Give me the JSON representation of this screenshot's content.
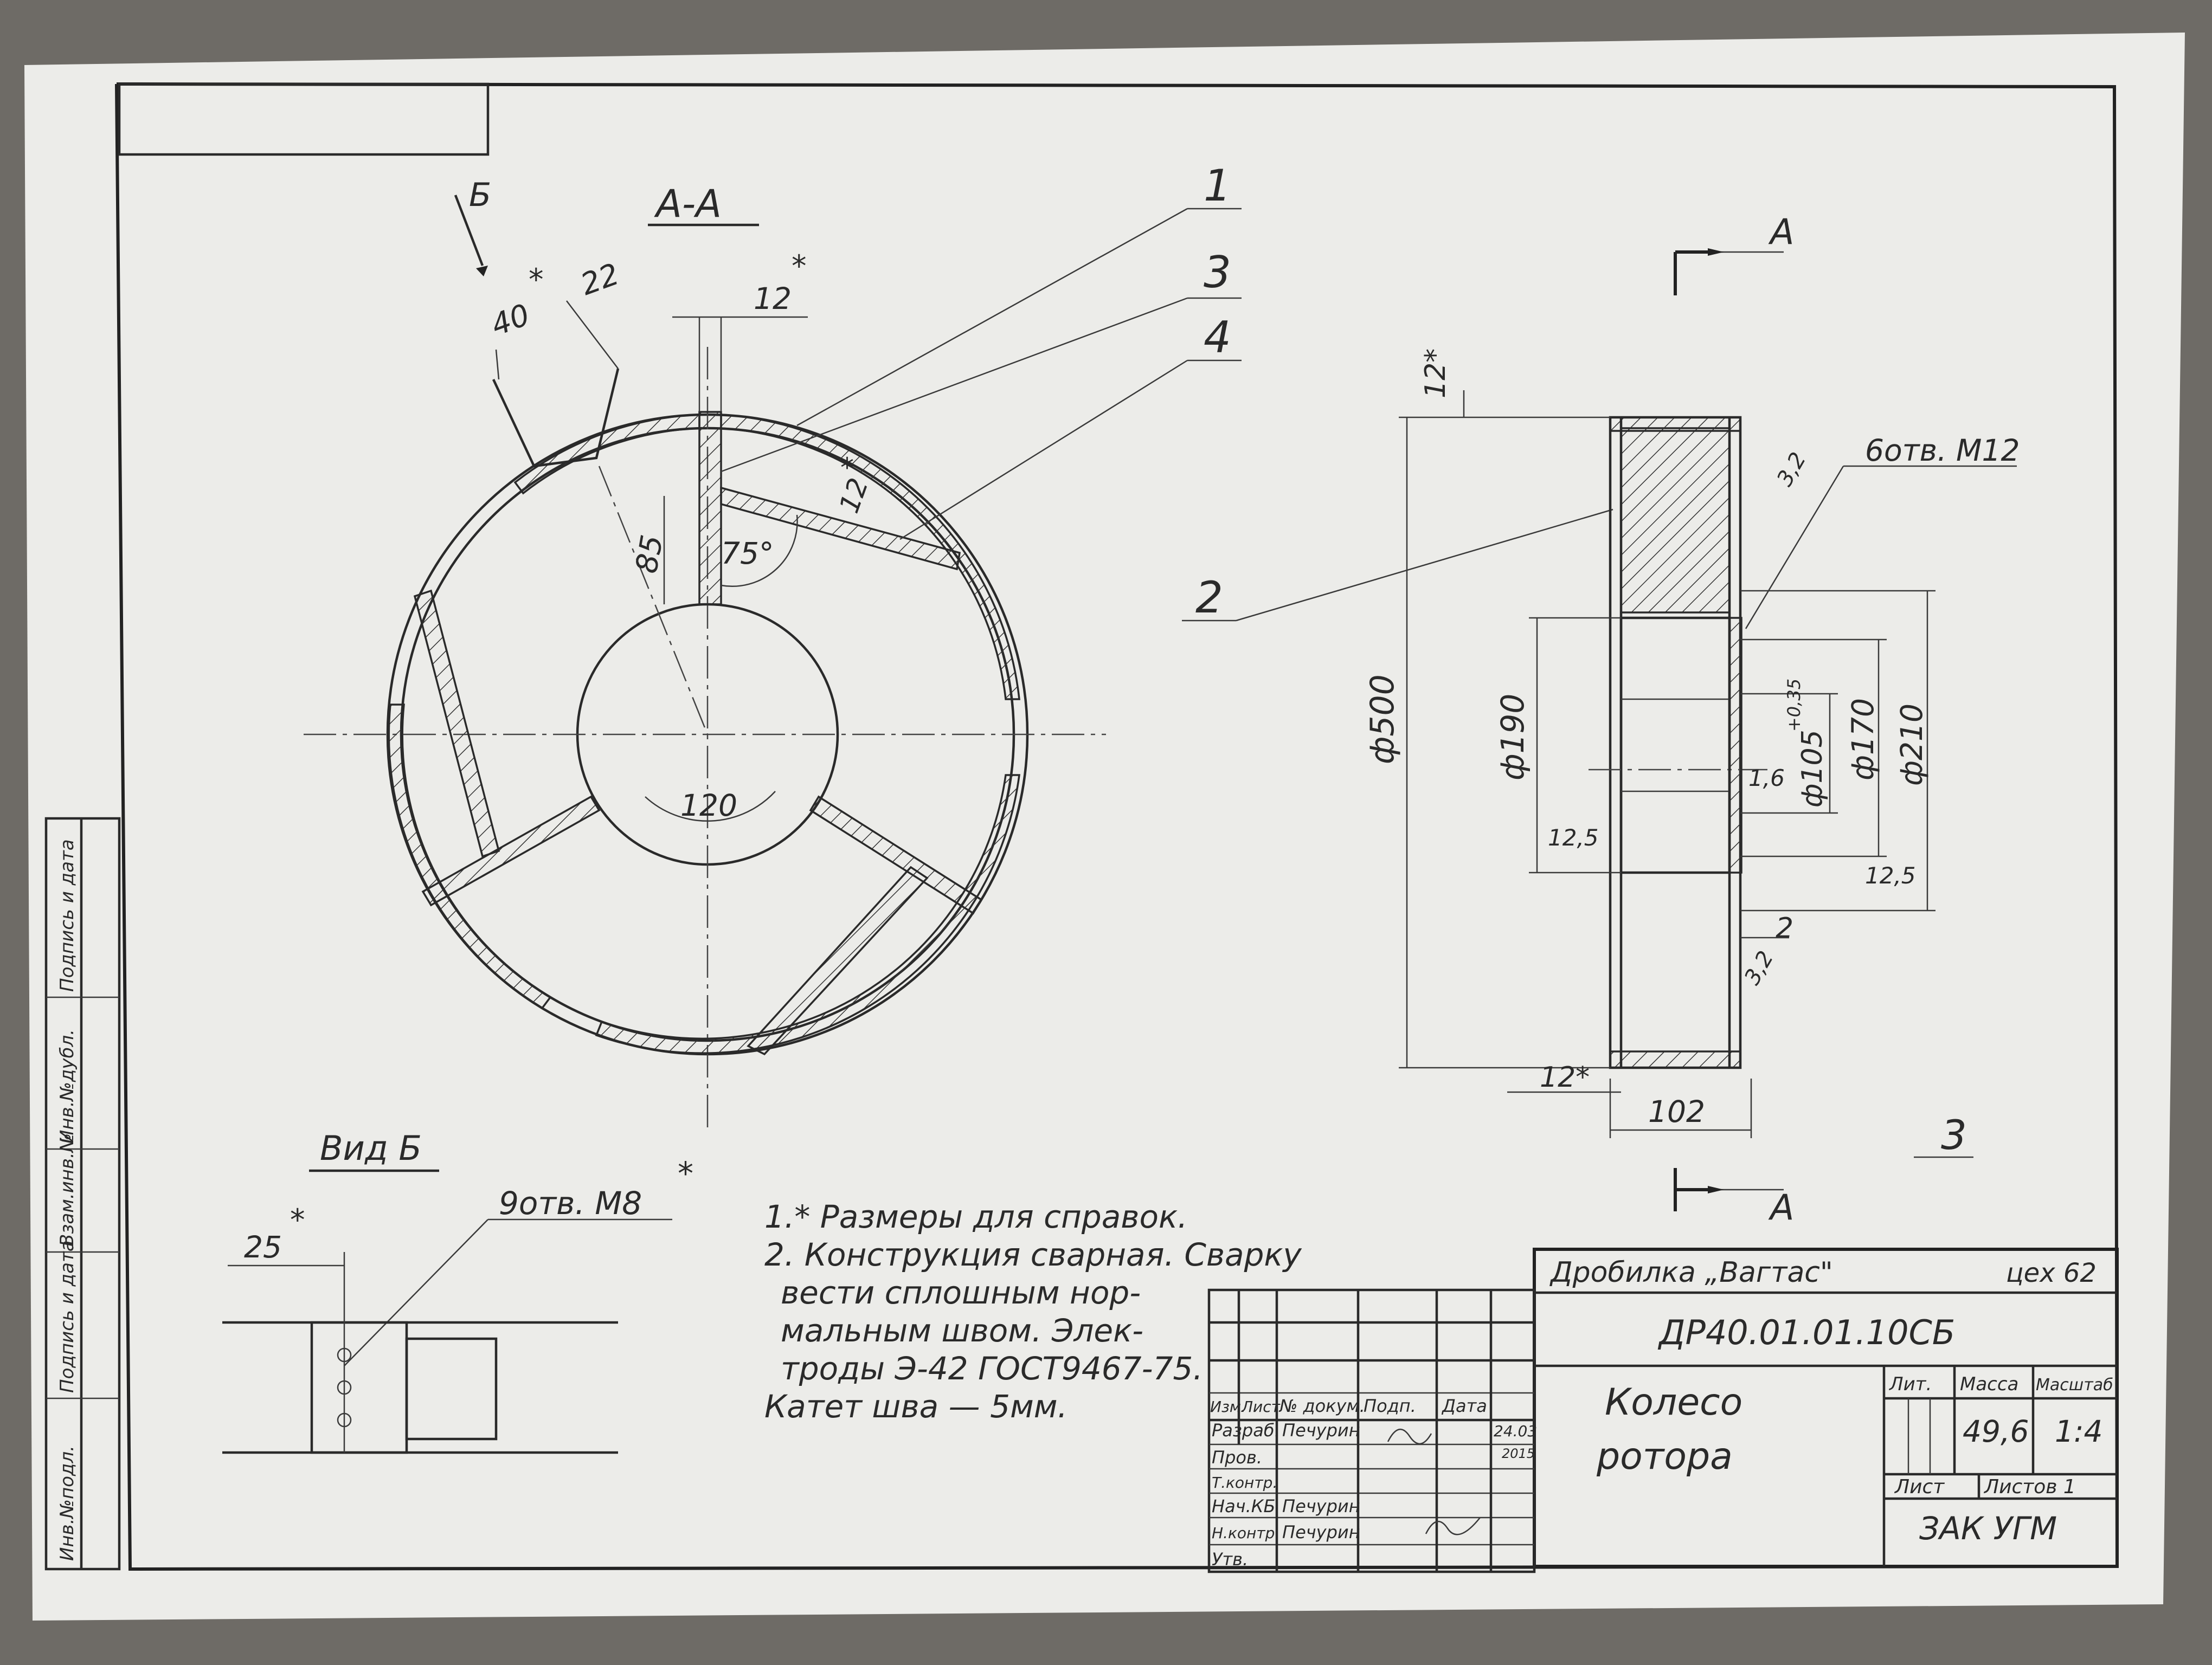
{
  "title_block": {
    "org": "Дробилка „Вагтас\"",
    "dept": "цех 62",
    "designation": "ДР40.01.01.10СБ",
    "name_line1": "Колесо",
    "name_line2": "ротора",
    "lit_label": "Лит.",
    "mass_label": "Масса",
    "scale_label": "Масштаб",
    "mass": "49,6",
    "scale": "1:4",
    "sheet_label": "Лист",
    "sheets_label": "Листов 1",
    "company": "ЗАК УГМ",
    "roles": {
      "h_izm": "Изм.",
      "h_list": "Лист",
      "h_doc": "№ докум.",
      "h_sign": "Подп.",
      "h_date": "Дата",
      "razrab": "Разраб.",
      "prov": "Пров.",
      "tkontr": "Т.контр.",
      "nachkb": "Нач.КБ",
      "nkontr": "Н.контр.",
      "utv": "Утв."
    },
    "names": {
      "razrab": "Печурин",
      "nachkb": "Печурин",
      "nkontr": "Печурин"
    },
    "dates": {
      "razrab": "24.03",
      "razrab_year": "2015"
    }
  },
  "notes": {
    "line1": "1.* Размеры для справок.",
    "line2": "2. Конструкция сварная. Сварку",
    "line3": "вести сплошным нор-",
    "line4": "мальным швом. Элек-",
    "line5": "троды Э-42 ГОСТ9467-75.",
    "line6": "Катет шва — 5мм."
  },
  "section_view": {
    "label": "А-А",
    "dims": {
      "d40": "40",
      "d22": "22",
      "d12a": "12",
      "d12b": "12",
      "d85": "85",
      "a75": "75°",
      "a120": "120"
    },
    "view_arrow": "Б"
  },
  "side_view": {
    "cut_label": "А",
    "dims": {
      "d500": "ф500",
      "d190": "ф190",
      "d105": "ф105",
      "tol105": "+0,35",
      "d170": "ф170",
      "d210": "ф210",
      "d12top": "12*",
      "d12bot": "12*",
      "w102": "102",
      "r12_5a": "12,5",
      "r12_5b": "12,5",
      "r1_6": "1,6",
      "r3_2a": "3,2",
      "r3_2b": "3,2",
      "d2": "2",
      "holes": "6отв. М12"
    }
  },
  "view_b": {
    "label": "Вид Б",
    "holes": "9отв. М8",
    "d25": "25"
  },
  "callouts": {
    "c1": "1",
    "c2": "2",
    "c3": "3",
    "c4": "4"
  },
  "page_note": "3",
  "side_stamp": {
    "s1": "Инв.№подл.",
    "s2": "Подпись и дата",
    "s3": "Взам.инв.№",
    "s4": "Инв.№дубл.",
    "s5": "Подпись и дата"
  }
}
